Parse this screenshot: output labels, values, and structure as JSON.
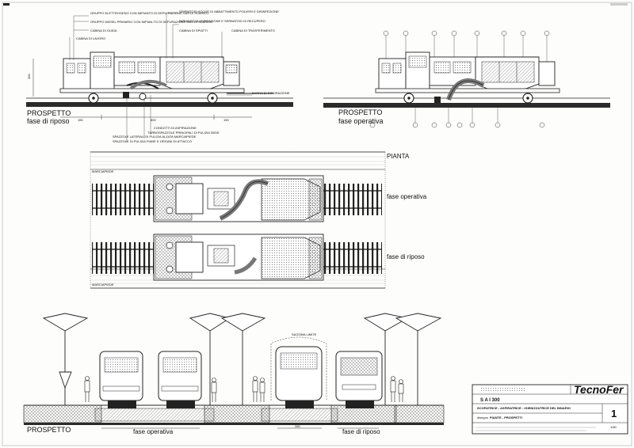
{
  "top_left": {
    "title": "PROSPETTO",
    "subtitle": "fase di riposo",
    "dimensions": [
      "150",
      "800",
      "150"
    ],
    "height_label": "300",
    "labels_left": [
      "GRUPPO ELETTROGENO CON IMPIANTO DI DEPU-RAZIONE GAS DI SCARICO",
      "GRUPPO DIESEL PRIMARIO CON IMPIAN-TO DI DEPURAZIONE GAS DI SCARICO",
      "CABINA DI GUIDA",
      "CABINA DI LAVORO"
    ],
    "labels_right": [
      "SERBATOIO ACQUE DI ABBATTIMENTO POLVERI E DISINFEZIONE",
      "IMPIANTO DI ASPIRAZIONE E SERBATOIO DI RECUPERO",
      "CABINA DI SPIATTI",
      "CABINA DI TRASFERIMENTO"
    ],
    "label_bar": "BARRA DI IRRORAZIONE",
    "labels_bottom": [
      "CONDOTTI DI ASPIRAZIONE",
      "TURBOSPAZZOLE PRINCIPALI DI PULIZIA SEDE",
      "SPAZZOLE LATERALI DI PULIZIA ALZATA MARCIAPIEDE",
      "SPAZZOLE DI PULIZIA PIANE E ORGANI DI ATTACCO"
    ]
  },
  "top_right": {
    "title": "PROSPETTO",
    "subtitle": "fase operativa"
  },
  "middle": {
    "title": "PIANTA",
    "side_label_top": "MARCIAPIEDE",
    "side_label_bottom": "MARCIAPIEDE",
    "label_operativa": "fase operativa",
    "label_riposo": "fase di riposo"
  },
  "bottom": {
    "title": "PROSPETTO",
    "sagoma": "SAGOMA LIMITE",
    "label_operativa": "fase operativa",
    "label_riposo": "fase di riposo",
    "dim_value": "280"
  },
  "title_block": {
    "brand": "TecnoFer",
    "model": "S A I 300",
    "description": "SCOPATRICE - ASPIRATRICE - IGIENIZZATRICE DEL BINARIO",
    "drawing_label": "disegno",
    "drawing_name": "PIANTE - PROSPETTI",
    "sheet_number": "1",
    "scale": "1/50"
  },
  "colors": {
    "ink": "#1a1a1a",
    "ground": "#2b2b2b",
    "hatch": "#555555",
    "paper": "#fdfdfc"
  }
}
